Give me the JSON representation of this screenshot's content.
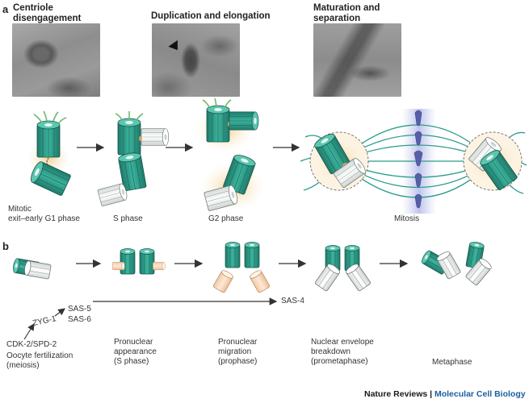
{
  "panel_a": {
    "letter": "a",
    "titles": [
      {
        "line1": "Centriole",
        "line2": "disengagement"
      },
      {
        "line1": "Duplication and elongation",
        "line2": ""
      },
      {
        "line1": "Maturation and",
        "line2": "separation"
      }
    ],
    "stages": [
      {
        "line1": "Mitotic",
        "line2": "exit–early G1 phase"
      },
      {
        "line1": "S phase",
        "line2": ""
      },
      {
        "line1": "G2 phase",
        "line2": ""
      },
      {
        "line1": "Mitosis",
        "line2": ""
      }
    ]
  },
  "panel_b": {
    "letter": "b",
    "proteins": {
      "sas5": "SAS-5",
      "sas6": "SAS-6",
      "zyg1": "ZYG-1",
      "cdk2": "CDK-2/SPD-2",
      "sas4": "SAS-4"
    },
    "stages": [
      {
        "line1": "Oocyte fertilization",
        "line2": "(meiosis)",
        "line3": ""
      },
      {
        "line1": "Pronuclear",
        "line2": "appearance",
        "line3": "(S phase)"
      },
      {
        "line1": "Pronuclear",
        "line2": "migration",
        "line3": "(prophase)"
      },
      {
        "line1": "Nuclear envelope",
        "line2": "breakdown",
        "line3": "(prometaphase)"
      },
      {
        "line1": "Metaphase",
        "line2": "",
        "line3": ""
      }
    ]
  },
  "footer": {
    "journal": "Nature Reviews",
    "separator": " | ",
    "section": "Molecular Cell Biology"
  },
  "colors": {
    "teal": "#2f9d8a",
    "teal_dark": "#1d6f61",
    "orange_glow": "#f8d9a0",
    "chromosome": "#5560a8",
    "pcm_green": "#7cc47a"
  }
}
